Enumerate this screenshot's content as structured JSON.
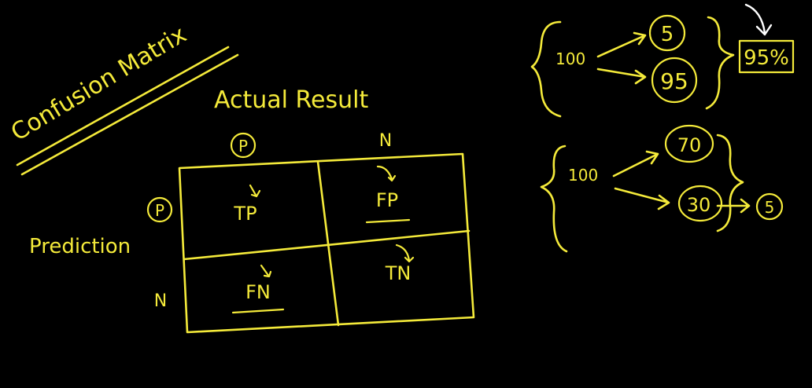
{
  "title": "Confusion Matrix",
  "matrix": {
    "actual_label": "Actual Result",
    "prediction_label": "Prediction",
    "col_p": "P",
    "col_n": "N",
    "row_p": "P",
    "row_n": "N",
    "cells": {
      "tp": "TP",
      "fp": "FP",
      "fn": "FN",
      "tn": "TN"
    }
  },
  "example1": {
    "total": "100",
    "branch_a": "5",
    "branch_b": "95",
    "result": "95%"
  },
  "example2": {
    "total": "100",
    "branch_a": "70",
    "branch_b": "30",
    "branch_c": "5"
  },
  "colors": {
    "background": "#000000",
    "ink": "#f4ea3a",
    "white_ink": "#ffffff"
  }
}
